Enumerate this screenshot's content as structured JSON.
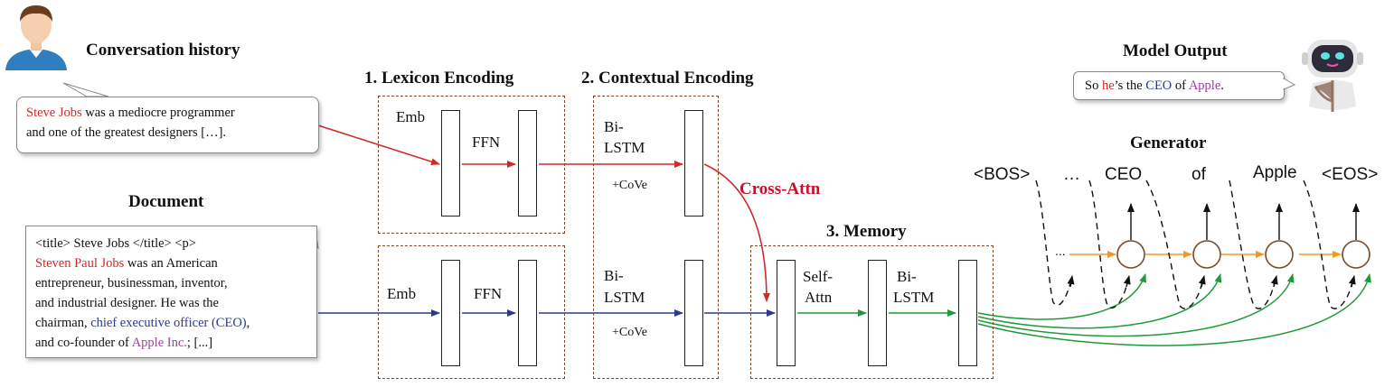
{
  "left": {
    "conversation_title": "Conversation history",
    "conversation_bubble": {
      "entity": "Steve Jobs",
      "line1_rest": " was a mediocre programmer",
      "line2": "and one of the greatest designers […]."
    },
    "document_title": "Document",
    "document": {
      "line1": "<title> Steve Jobs </title> <p>",
      "line2_entity": "Steven Paul Jobs",
      "line2_rest": " was an American",
      "line3": "entrepreneur, businessman, inventor,",
      "line4": "and industrial designer. He was the",
      "line5_pre": "chairman, ",
      "line5_entity": "chief executive officer (CEO)",
      "line5_post": ",",
      "line6_pre": " and co-founder of ",
      "line6_entity": "Apple Inc.",
      "line6_post": "; [...]"
    }
  },
  "stages": {
    "lexicon_title": "1. Lexicon Encoding",
    "contextual_title": "2. Contextual Encoding",
    "memory_title": "3. Memory",
    "emb": "Emb",
    "ffn": "FFN",
    "bi": "Bi-",
    "lstm": "LSTM",
    "cove": "+CoVe",
    "cross_attn": "Cross-Attn",
    "self": "Self-",
    "attn": "Attn",
    "mem_bi": "Bi-",
    "mem_lstm": "LSTM"
  },
  "generator": {
    "title": "Generator",
    "tokens": [
      "<BOS>",
      "…",
      "CEO",
      "of",
      "Apple",
      "<EOS>"
    ],
    "ellipsis_small": "..."
  },
  "output": {
    "title": "Model Output",
    "pre": "So ",
    "he": "he",
    "mid1": "’s the ",
    "ceo": "CEO",
    "mid2": " of ",
    "apple": "Apple",
    "post": "."
  },
  "colors": {
    "conversation_arrow": "#d12a2a",
    "document_arrow": "#2c3a8c",
    "memory_arrow": "#1e9a3a",
    "generator_arrow": "#f39a1e",
    "dashed_box": "#7a4a2a",
    "cross_attn": "#c8102e"
  }
}
